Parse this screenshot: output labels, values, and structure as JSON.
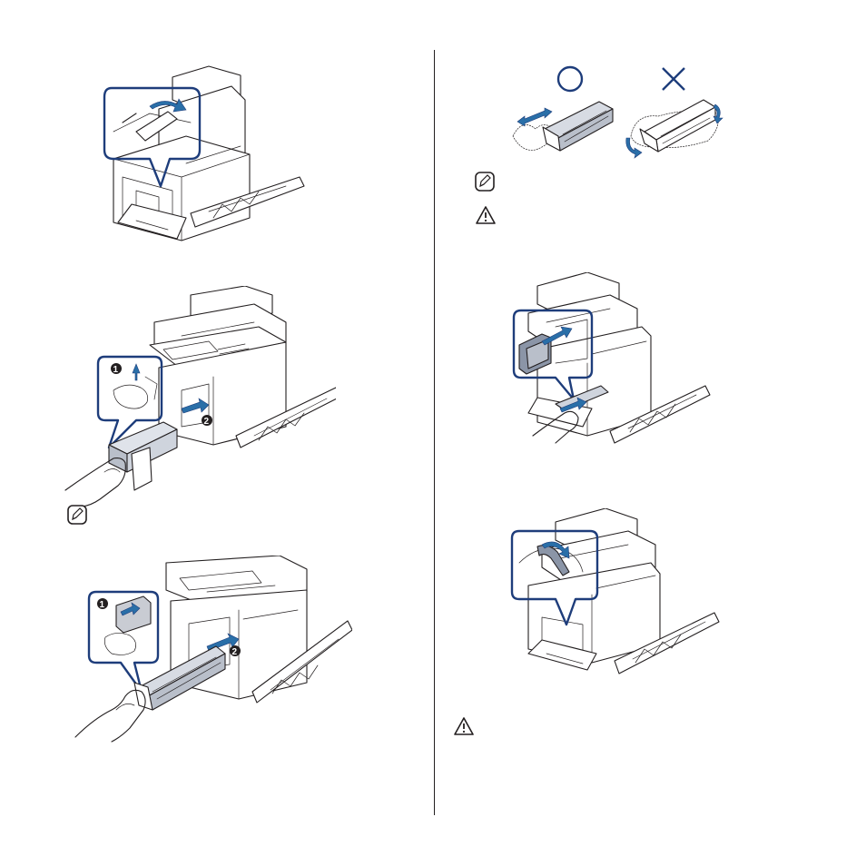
{
  "figures": [
    {
      "id": "open-front-cover",
      "step_badges": []
    },
    {
      "id": "remove-waste-toner-container",
      "step_badges": [
        "1",
        "2"
      ]
    },
    {
      "id": "remove-transfer-belt-cleaner",
      "step_badges": [
        "1",
        "2"
      ]
    },
    {
      "id": "handle-cleaner-correct-incorrect",
      "correct_mark": "○",
      "incorrect_mark": "✕"
    },
    {
      "id": "insert-new-cleaner",
      "step_badges": []
    },
    {
      "id": "lock-lever",
      "step_badges": []
    }
  ],
  "icons": {
    "note": "note-icon",
    "caution": "caution-icon"
  },
  "colors": {
    "callout_outline": "#1e3d7b",
    "arrow_fill": "#2a6fa8",
    "line_art": "#231f20"
  }
}
